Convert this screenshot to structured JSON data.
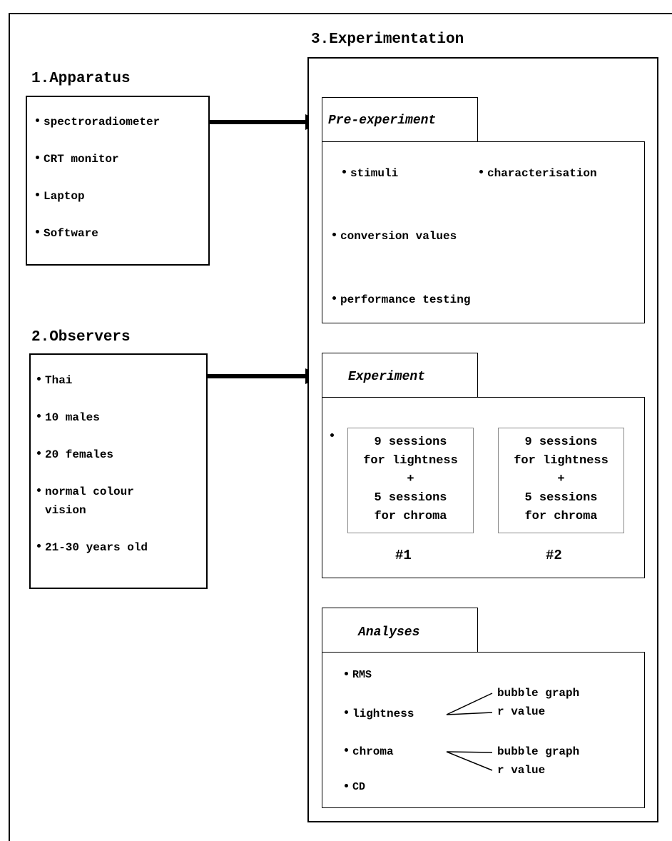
{
  "apparatus": {
    "title": "1.Apparatus",
    "items": [
      "spectroradiometer",
      "CRT monitor",
      "Laptop",
      "Software"
    ]
  },
  "observers": {
    "title": "2.Observers",
    "items": [
      "Thai",
      "10 males",
      "20 females",
      "normal colour",
      "vision",
      "21-30 years old"
    ]
  },
  "experimentation": {
    "title": "3.Experimentation",
    "pre_experiment": {
      "tab": "Pre-experiment",
      "stimuli": "stimuli",
      "characterisation": "characterisation",
      "conversion": "conversion values",
      "performance": "performance testing"
    },
    "experiment": {
      "tab": "Experiment",
      "sessions": [
        {
          "lines": [
            "9 sessions",
            "for lightness",
            "+",
            "5 sessions",
            "for chroma"
          ],
          "label": "#1"
        },
        {
          "lines": [
            "9 sessions",
            "for lightness",
            "+",
            "5 sessions",
            "for chroma"
          ],
          "label": "#2"
        }
      ]
    },
    "analyses": {
      "tab": "Analyses",
      "rms": "RMS",
      "lightness": "lightness",
      "chroma": "chroma",
      "cd": "CD",
      "lightness_branches": [
        "bubble graph",
        "r value"
      ],
      "chroma_branches": [
        "bubble graph",
        "r value"
      ]
    }
  }
}
